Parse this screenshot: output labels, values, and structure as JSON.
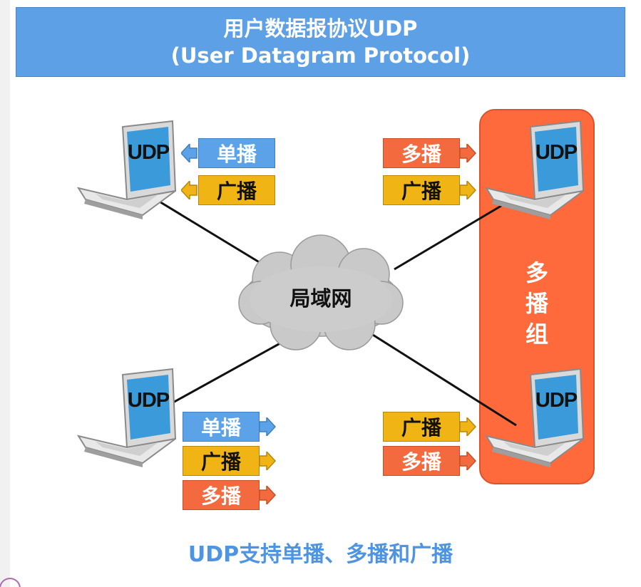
{
  "title": {
    "line1": "用户数据报协议UDP",
    "line2": "(User Datagram Protocol)"
  },
  "network_label": "局域网",
  "multicast_group_label": [
    "多",
    "播",
    "组"
  ],
  "hosts": {
    "top_left": {
      "label": "UDP",
      "tags": [
        "单播",
        "广播"
      ]
    },
    "top_right": {
      "label": "UDP",
      "tags": [
        "多播",
        "广播"
      ]
    },
    "bottom_left": {
      "label": "UDP",
      "tags": [
        "单播",
        "广播",
        "多播"
      ]
    },
    "bottom_right": {
      "label": "UDP",
      "tags": [
        "广播",
        "多播"
      ]
    }
  },
  "footer": "UDP支持单播、多播和广播",
  "colors": {
    "title_bg": "#5da0e6",
    "unicast": "#5ba2e8",
    "broadcast": "#f0b515",
    "multicast": "#f26a3e",
    "group_panel": "#ff6a3d",
    "footer_text": "#4e94e0"
  }
}
